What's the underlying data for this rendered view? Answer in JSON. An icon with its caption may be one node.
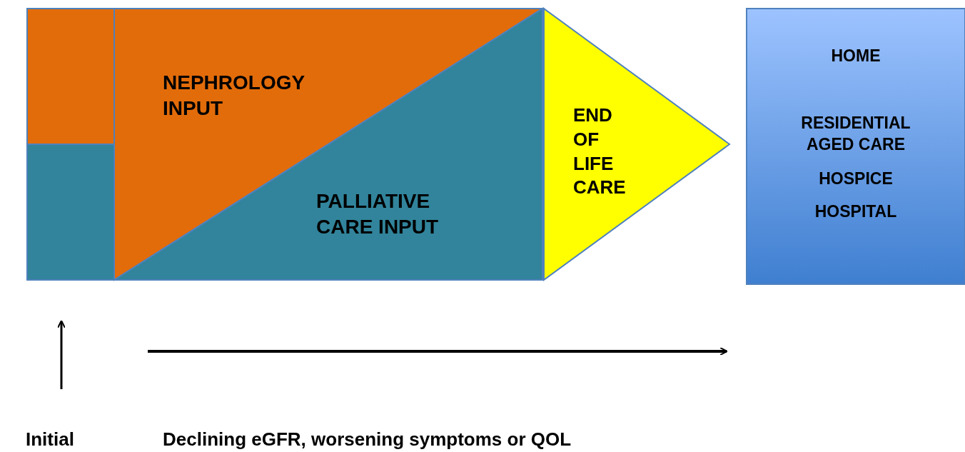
{
  "diagram": {
    "nodes": [
      {
        "text": [],
        "shape": "box"
      },
      {
        "text": [],
        "shape": "box"
      },
      {
        "text": [
          "NEPHROLOGY INPUT"
        ]
      },
      {
        "text": [
          "PALLIATIVE CARE INPUT"
        ]
      },
      {
        "text": [
          "END OF LIFE CARE"
        ]
      },
      {
        "text": [
          "HOME",
          "RESIDENTIAL AGED CARE",
          "HOSPICE",
          "HOSPITAL"
        ]
      }
    ],
    "edges": [],
    "labels": [
      "Initial",
      "Declining eGFR, worsening symptoms or QOL"
    ]
  }
}
